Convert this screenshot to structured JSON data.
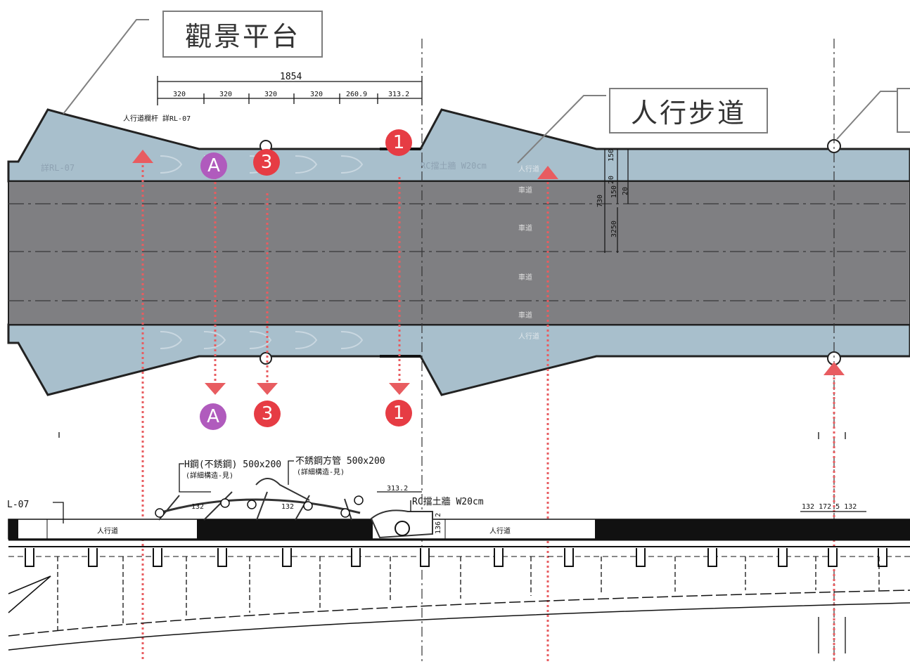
{
  "callouts": {
    "viewing_platform": "觀景平台",
    "sidewalk": "人行步道"
  },
  "markers": {
    "marker_1": "1",
    "marker_3": "3",
    "marker_a": "A"
  },
  "dimensions": {
    "overall": "1854",
    "segments": [
      "320",
      "320",
      "320",
      "320",
      "260.9",
      "313.2"
    ],
    "right_stack": [
      "150",
      "20",
      "730",
      "150",
      "20",
      "3250"
    ],
    "section_313": "313.2",
    "section_1362": "136.2",
    "section_132_1": "132",
    "section_132_2": "132",
    "right_top": "132 172 5 132"
  },
  "plan_labels": {
    "railing_ref": "人行道欄杆 詳RL-07",
    "railing_ref_faint": "詳RL-07",
    "rc_wall": "RC擋土牆 W20cm",
    "lane_labels": [
      "人行道",
      "車道",
      "車道",
      "車道",
      "車道",
      "人行道"
    ]
  },
  "section_labels": {
    "rl07": "L-07",
    "h_beam": "H鋼(不銹鋼) 500x200",
    "h_beam_sub": "(詳細構造-見)",
    "ss_tube": "不銹鋼方管 500x200",
    "ss_tube_sub": "(詳細構造-見)",
    "rc_wall": "RC擋土牆 W20cm",
    "sidewalk_a": "人行道",
    "sidewalk_b": "人行道"
  },
  "colors": {
    "deck_blue": "#a8bfcc",
    "road_gray": "#7f7f82",
    "marker_red": "#e63c44",
    "marker_purple": "#b05bbd",
    "arrow_red": "#e85c60"
  }
}
